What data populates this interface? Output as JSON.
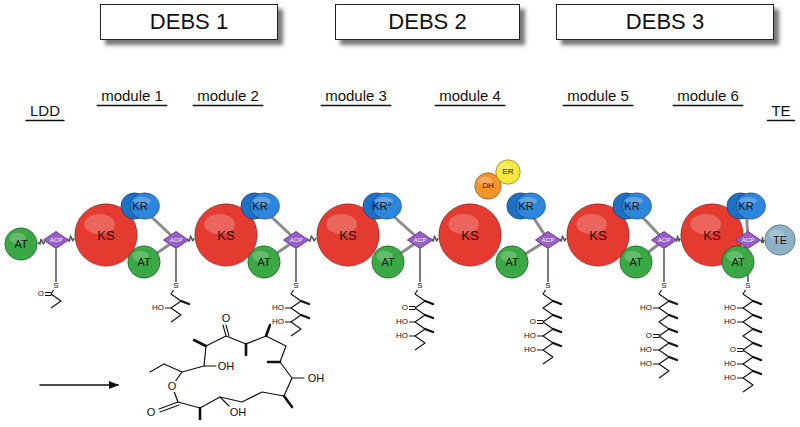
{
  "diagram": {
    "nodes": [
      {
        "text": [
          "DEBS 1"
        ]
      },
      {
        "text": [
          "DEBS 2"
        ]
      },
      {
        "text": [
          "DEBS 3"
        ]
      },
      {
        "text": [
          "AT"
        ]
      },
      {
        "text": [
          "ACP"
        ]
      },
      {
        "text": [
          "KS"
        ]
      },
      {
        "text": [
          "KR"
        ]
      },
      {
        "text": [
          "AT"
        ]
      },
      {
        "text": [
          "ACP"
        ]
      },
      {
        "text": [
          "KS"
        ]
      },
      {
        "text": [
          "KR"
        ]
      },
      {
        "text": [
          "AT"
        ]
      },
      {
        "text": [
          "ACP"
        ]
      },
      {
        "text": [
          "KS"
        ]
      },
      {
        "text": [
          "KR°"
        ]
      },
      {
        "text": [
          "AT"
        ]
      },
      {
        "text": [
          "ACP"
        ]
      },
      {
        "text": [
          "KS"
        ]
      },
      {
        "text": [
          "DH"
        ]
      },
      {
        "text": [
          "ER"
        ]
      },
      {
        "text": [
          "KR"
        ]
      },
      {
        "text": [
          "AT"
        ]
      },
      {
        "text": [
          "ACP"
        ]
      },
      {
        "text": [
          "KS"
        ]
      },
      {
        "text": [
          "KR"
        ]
      },
      {
        "text": [
          "AT"
        ]
      },
      {
        "text": [
          "ACP"
        ]
      },
      {
        "text": [
          "KS"
        ]
      },
      {
        "text": [
          "KR"
        ]
      },
      {
        "text": [
          "AT"
        ]
      },
      {
        "text": [
          "ACP"
        ]
      },
      {
        "text": [
          "TE"
        ]
      }
    ],
    "edges": [
      {
        "from": 3,
        "to": 4,
        "arrow": "none"
      },
      {
        "from": 4,
        "to": 5,
        "arrow": "none"
      },
      {
        "from": 8,
        "to": 9,
        "arrow": "none"
      },
      {
        "from": 12,
        "to": 13,
        "arrow": "none"
      },
      {
        "from": 16,
        "to": 17,
        "arrow": "none"
      },
      {
        "from": 22,
        "to": 23,
        "arrow": "none"
      },
      {
        "from": 26,
        "to": 27,
        "arrow": "none"
      },
      {
        "from": 30,
        "to": 31,
        "arrow": "none"
      }
    ],
    "labels": [
      "LDD",
      "module 1",
      "module 2",
      "module 3",
      "module 4",
      "module 5",
      "module 6",
      "TE",
      "S",
      "O",
      "S",
      "HO",
      "S",
      "HO",
      "HO",
      "S",
      "O",
      "HO",
      "HO",
      "S",
      "O",
      "HO",
      "HO",
      "S",
      "HO",
      "O",
      "HO",
      "HO",
      "S",
      "HO",
      "HO",
      "O",
      "HO",
      "HO",
      "O",
      "OH",
      "OH",
      "O",
      "OH",
      "O"
    ]
  }
}
